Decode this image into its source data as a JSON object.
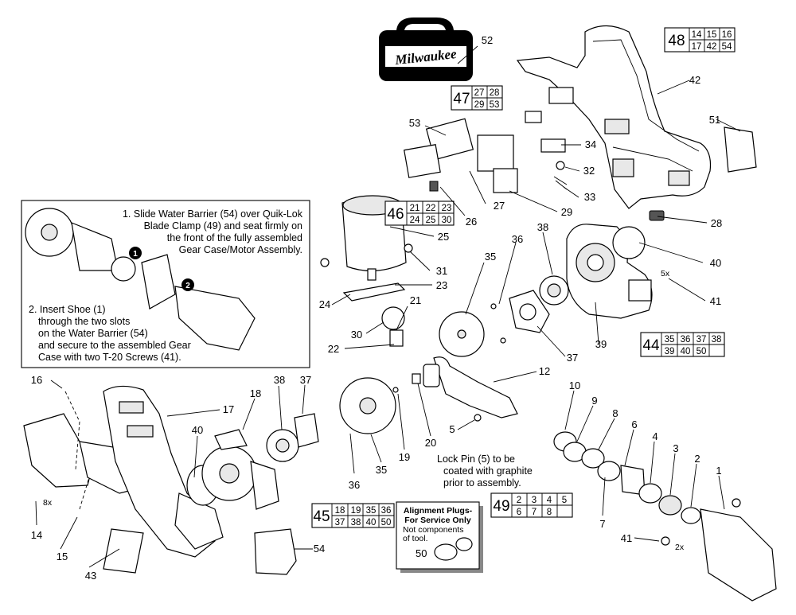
{
  "logo": {
    "brand": "Milwaukee"
  },
  "inset": {
    "step1": [
      "1. Slide Water Barrier (54) over Quik-Lok",
      "Blade Clamp (49) and seat firmly on",
      "the front of the fully assembled",
      "Gear Case/Motor Assembly."
    ],
    "step2": [
      "2. Insert Shoe (1)",
      "through the two slots",
      "on the Water Barrier (54)",
      "and secure to the assembled Gear",
      "Case with two T-20 Screws (41)."
    ],
    "markers": [
      "1",
      "2"
    ]
  },
  "assemblies": [
    {
      "id": "48",
      "cells": [
        "14",
        "15",
        "16",
        "17",
        "42",
        "54"
      ]
    },
    {
      "id": "47",
      "cells": [
        "27",
        "28",
        "29",
        "53"
      ]
    },
    {
      "id": "46",
      "cells": [
        "21",
        "22",
        "23",
        "24",
        "25",
        "30"
      ]
    },
    {
      "id": "44",
      "cells": [
        "35",
        "36",
        "37",
        "38",
        "39",
        "40",
        "50",
        ""
      ]
    },
    {
      "id": "45",
      "cells": [
        "18",
        "19",
        "35",
        "36",
        "37",
        "38",
        "40",
        "50"
      ]
    },
    {
      "id": "49",
      "cells": [
        "2",
        "3",
        "4",
        "5",
        "6",
        "7",
        "8",
        ""
      ]
    }
  ],
  "callouts": [
    "52",
    "42",
    "51",
    "53",
    "34",
    "32",
    "33",
    "26",
    "27",
    "29",
    "28",
    "25",
    "31",
    "36",
    "35",
    "38",
    "40",
    "41",
    "23",
    "24",
    "21",
    "30",
    "22",
    "37",
    "39",
    "12",
    "16",
    "17",
    "18",
    "38",
    "37",
    "40",
    "10",
    "9",
    "8",
    "6",
    "4",
    "3",
    "2",
    "1",
    "20",
    "19",
    "36",
    "35",
    "5",
    "7",
    "41",
    "14",
    "15",
    "43",
    "54"
  ],
  "qty_labels": [
    "5x",
    "8x",
    "2x"
  ],
  "lockpin_note": [
    "Lock Pin (5) to be",
    "coated with graphite",
    "prior to assembly."
  ],
  "plugs_note": {
    "title1": "Alignment Plugs-",
    "title2": "For Service Only",
    "sub1": "Not components",
    "sub2": "of tool.",
    "part": "50"
  }
}
